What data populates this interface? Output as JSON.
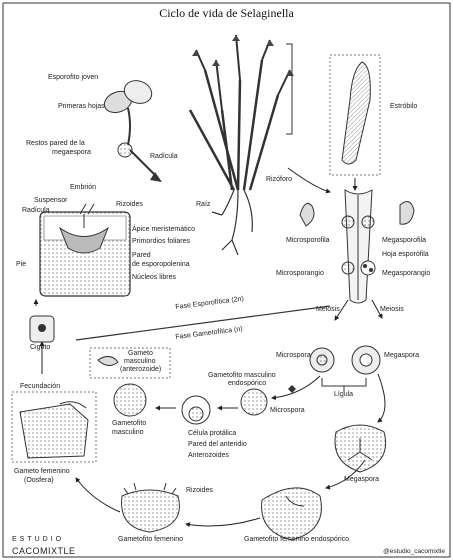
{
  "title": "Ciclo de vida de Selaginella",
  "labels": {
    "esporofito_joven": "Esporofito joven",
    "primeras_hojas": "Primeras hojas",
    "restos_pared": "Restos pared de la",
    "megaespora_r": "megaespora",
    "radicula_top": "Radícula",
    "raiz": "Raíz",
    "rizoforo": "Rizóforo",
    "estrobilo": "Estróbilo",
    "embrion": "Embrión",
    "suspensor": "Suspensor",
    "radicula": "Radícula",
    "rizoides_top": "Rizoides",
    "apice": "Ápice meristemático",
    "primordios": "Primordios foliares",
    "pared_esporo_1": "Pared",
    "pared_esporo_2": "de esporopolenina",
    "pie": "Pie",
    "nucleos": "Núcleos libres",
    "microsporofila": "Microsporofila",
    "megasporofila": "Megasporofila",
    "hoja_esporofila": "Hoja esporófila",
    "microsporangio": "Microsporangio",
    "megasporangio": "Megasporangio",
    "fase_esporofitica": "Fase Esporofítica (2n)",
    "fase_gametofitica": "Fase Gametofítica (n)",
    "meiosis_left": "Meiosis",
    "meiosis_right": "Meiosis",
    "cigoto": "Cigoto",
    "gameto_masc_1": "Gameto",
    "gameto_masc_2": "masculino",
    "gameto_masc_3": "(anterozoide)",
    "microspora_1": "Microspora",
    "megaspora_1": "Megaspora",
    "ligula": "Lígula",
    "gmasc_endo_1": "Gametofito masculino",
    "gmasc_endo_2": "endospórico",
    "microspora_2": "Microspora",
    "fecundacion": "Fecundación",
    "gametofito_masc_1": "Gametofito",
    "gametofito_masc_2": "masculino",
    "celula_protalica": "Célula protálica",
    "pared_anteridio": "Pared del anteridio",
    "anterozoides": "Anterozoides",
    "gameto_fem_1": "Gameto femenino",
    "gameto_fem_2": "(Oosfera)",
    "megaspora_2": "Megaspora",
    "rizoides_bottom": "Rizoides",
    "gametofito_fem": "Gametofito femenino",
    "gametofito_fem_endo": "Gametofito femenino endospórico"
  },
  "footer": {
    "studio_line1": "ESTUDIO",
    "studio_line2": "CACOMIXTLE",
    "handle": "@estudio_cacomixtle"
  }
}
